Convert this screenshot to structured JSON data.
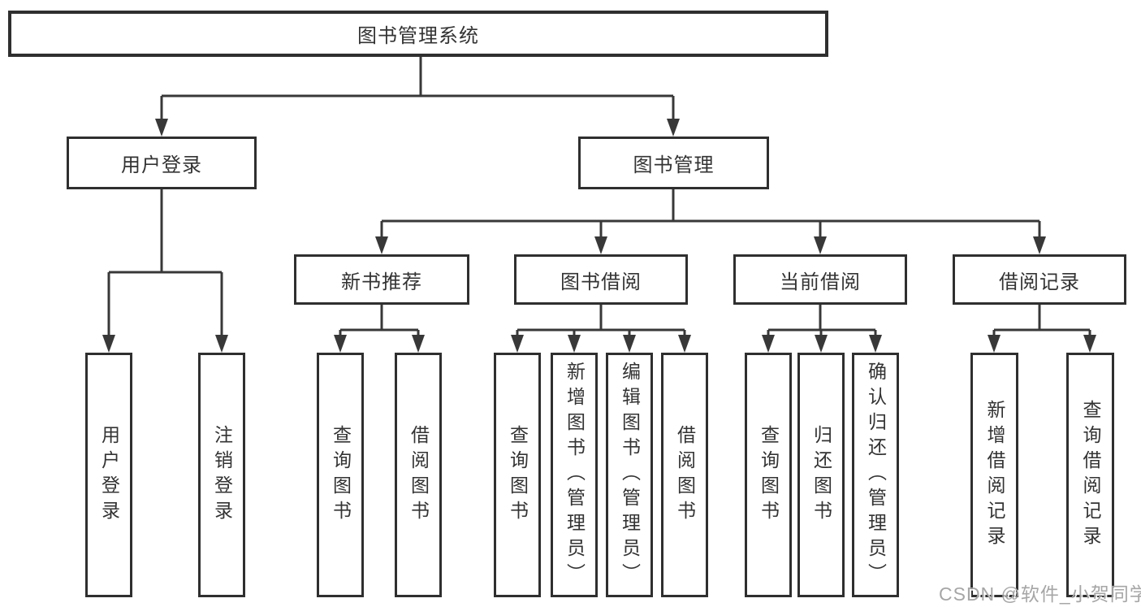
{
  "tree": {
    "root": {
      "label": "图书管理系统",
      "children": [
        {
          "label": "用户登录",
          "children": [
            {
              "label": "用户登录"
            },
            {
              "label": "注销登录"
            }
          ]
        },
        {
          "label": "图书管理",
          "children": [
            {
              "label": "新书推荐",
              "children": [
                {
                  "label": "查询图书"
                },
                {
                  "label": "借阅图书"
                }
              ]
            },
            {
              "label": "图书借阅",
              "children": [
                {
                  "label": "查询图书"
                },
                {
                  "label": "新增图书（管理员）"
                },
                {
                  "label": "编辑图书（管理员）"
                },
                {
                  "label": "借阅图书"
                }
              ]
            },
            {
              "label": "当前借阅",
              "children": [
                {
                  "label": "查询图书"
                },
                {
                  "label": "归还图书"
                },
                {
                  "label": "确认归还（管理员）"
                }
              ]
            },
            {
              "label": "借阅记录",
              "children": [
                {
                  "label": "新增借阅记录"
                },
                {
                  "label": "查询借阅记录"
                }
              ]
            }
          ]
        }
      ]
    }
  },
  "watermark": {
    "text": "CSDN @软件_小贺同学"
  },
  "colors": {
    "line": "#383838",
    "border": "#2f2f2f",
    "text": "#333333",
    "background": "#ffffff",
    "watermark": "#a6a6a6"
  }
}
